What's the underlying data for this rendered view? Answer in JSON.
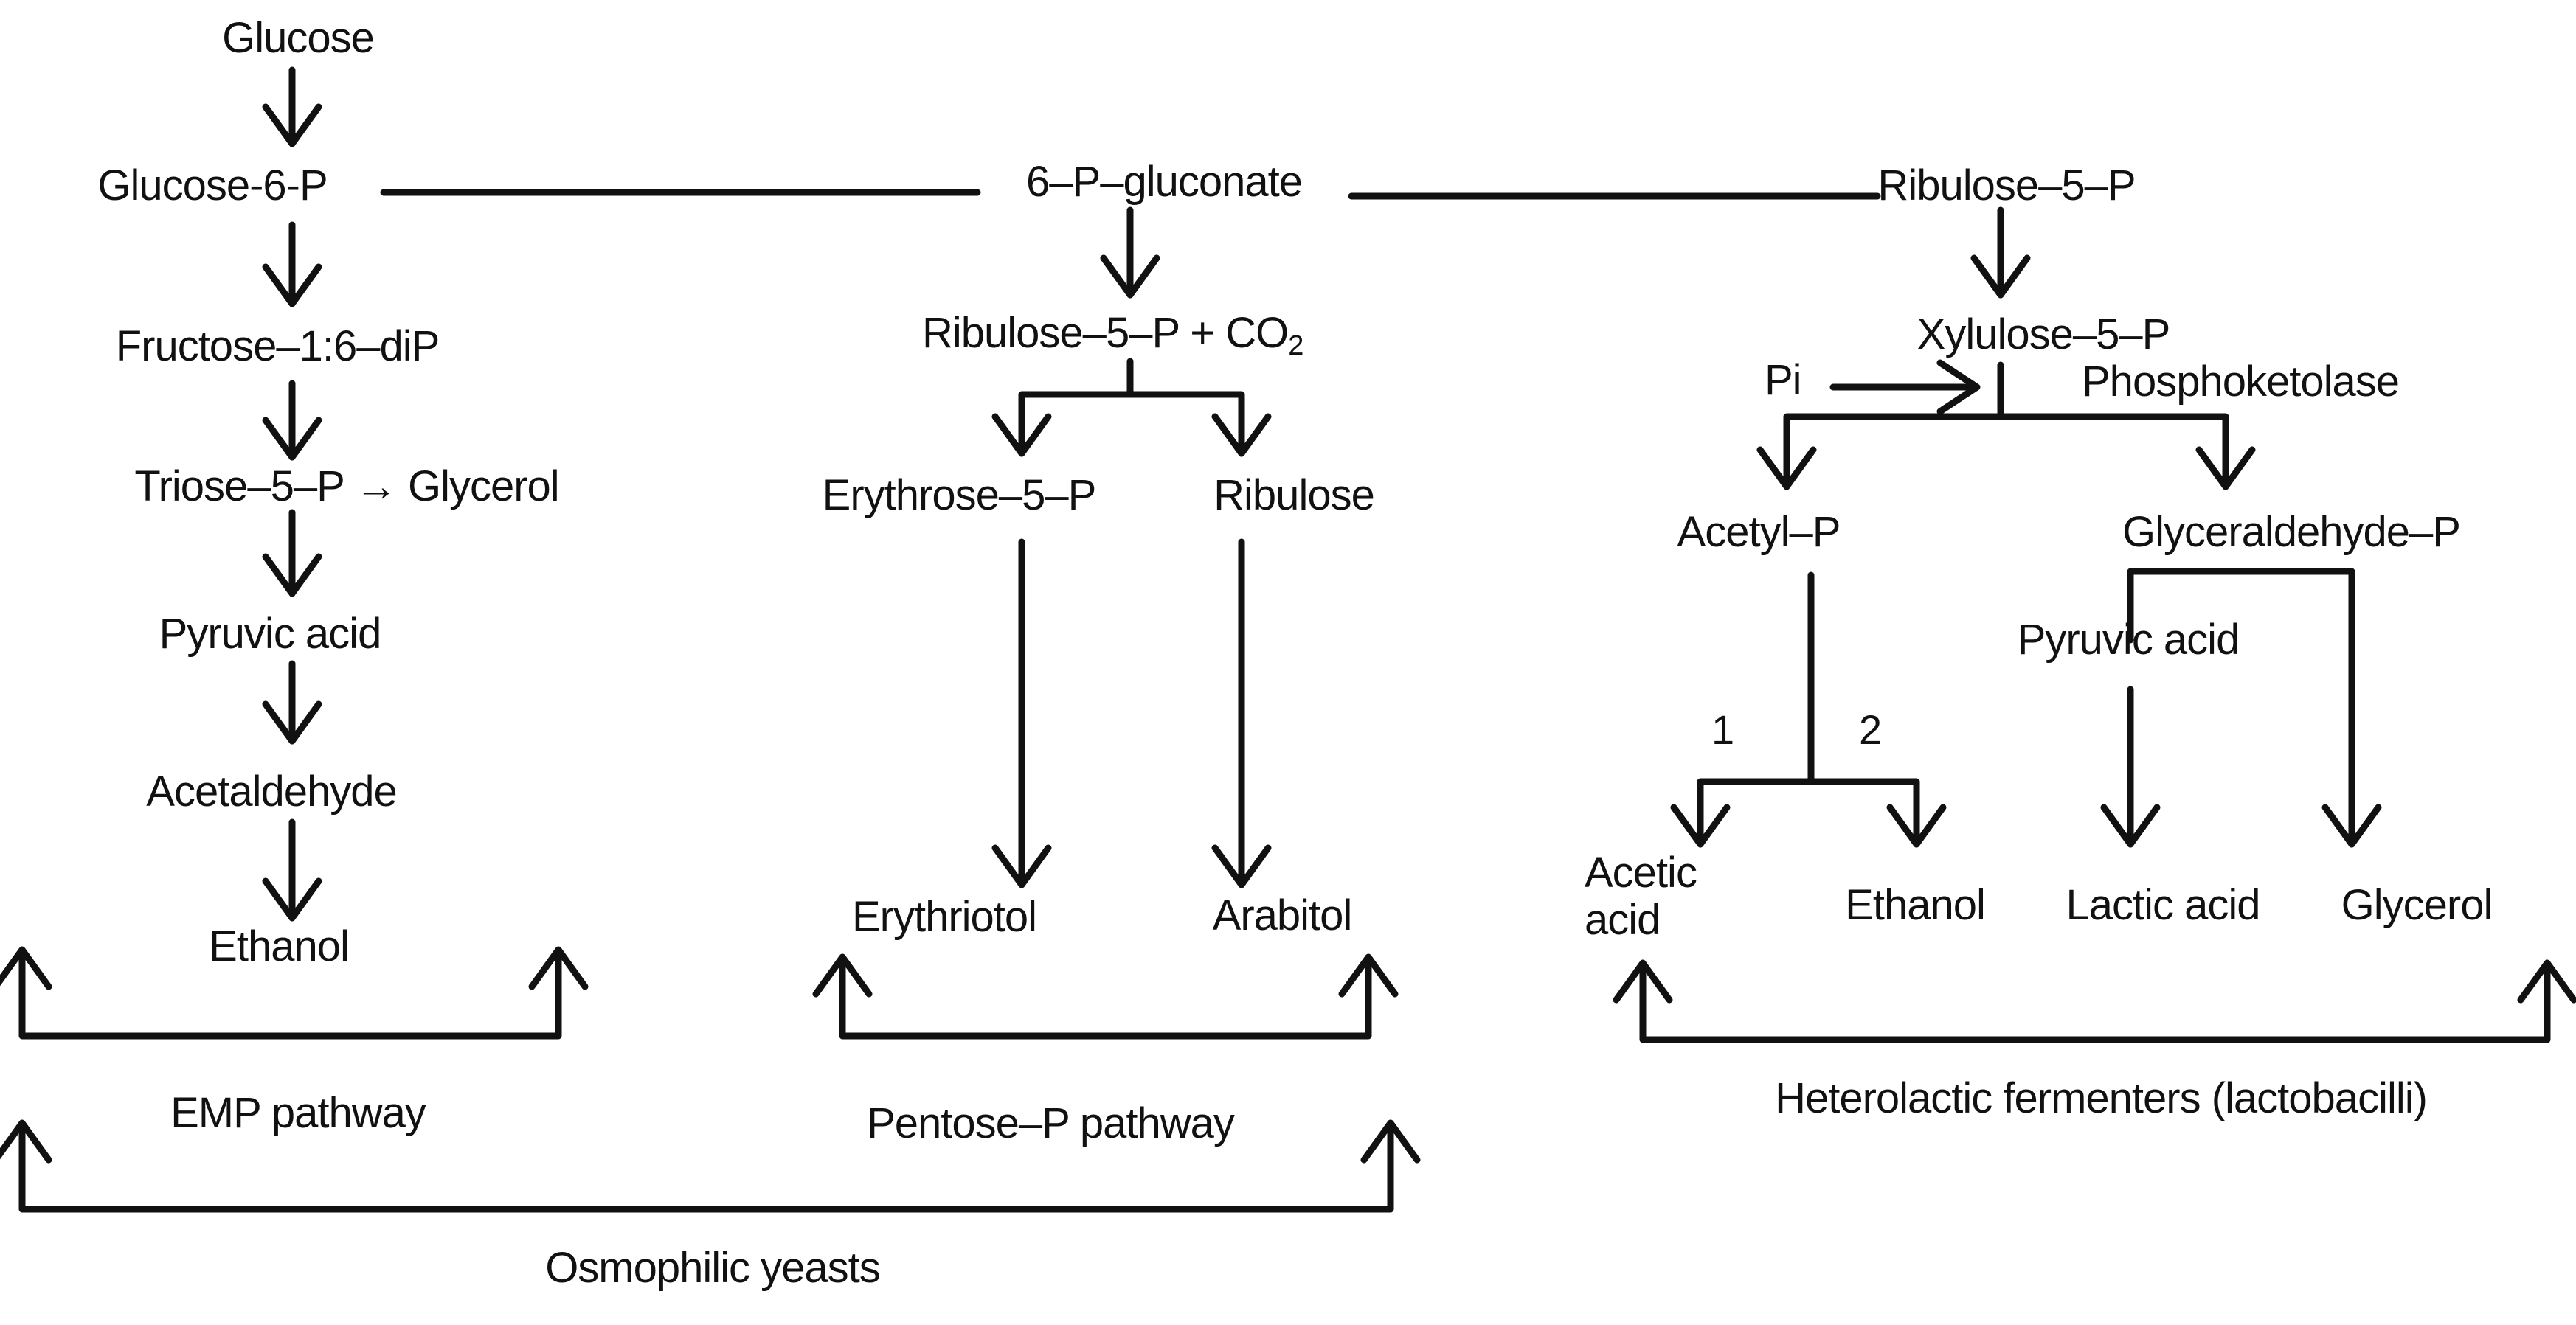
{
  "emp": {
    "glucose": "Glucose",
    "glucose_6_p": "Glucose-6-P",
    "fructose": "Fructose–1:6–diP",
    "triose": "Triose–5–P → Glycerol",
    "pyruvic": "Pyruvic acid",
    "acetaldehyde": "Acetaldehyde",
    "ethanol": "Ethanol",
    "pathway_label": "EMP pathway"
  },
  "pentose": {
    "gluconate": "6–P–gluconate",
    "ribulose_co2_a": "Ribulose–5–P + CO",
    "ribulose_co2_sub": "2",
    "erythrose": "Erythrose–5–P",
    "ribulose": "Ribulose",
    "erythriotol": "Erythriotol",
    "arabitol": "Arabitol",
    "pathway_label": "Pentose–P pathway"
  },
  "hetero": {
    "ribulose_5_p": "Ribulose–5–P",
    "xylulose": "Xylulose–5–P",
    "pi": "Pi",
    "phosphoketolase": "Phosphoketolase",
    "acetyl_p": "Acetyl–P",
    "glyceraldehyde": "Glyceraldehyde–P",
    "pyruvic": "Pyruvic acid",
    "branch_1": "1",
    "branch_2": "2",
    "acetic_1": "Acetic",
    "acetic_2": "acid",
    "ethanol": "Ethanol",
    "lactic": "Lactic acid",
    "glycerol": "Glycerol",
    "group_label": "Heterolactic fermenters (lactobacilli)"
  },
  "osmophilic_label": "Osmophilic yeasts",
  "colors": {
    "ink": "#111111",
    "background": "#ffffff"
  }
}
